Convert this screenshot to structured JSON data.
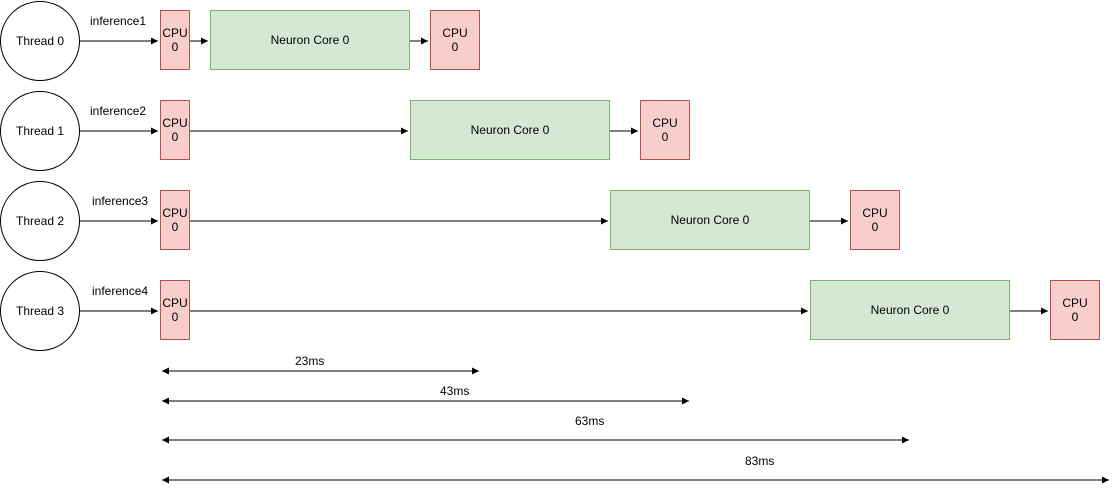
{
  "rows": [
    {
      "thread": "Thread 0",
      "inference": "inference1",
      "cpu_label": "CPU",
      "cpu_id": "0",
      "core": "Neuron Core 0"
    },
    {
      "thread": "Thread 1",
      "inference": "inference2",
      "cpu_label": "CPU",
      "cpu_id": "0",
      "core": "Neuron Core 0"
    },
    {
      "thread": "Thread 2",
      "inference": "inference3",
      "cpu_label": "CPU",
      "cpu_id": "0",
      "core": "Neuron Core 0"
    },
    {
      "thread": "Thread 3",
      "inference": "inference4",
      "cpu_label": "CPU",
      "cpu_id": "0",
      "core": "Neuron Core 0"
    }
  ],
  "durations": [
    "23ms",
    "43ms",
    "63ms",
    "83ms"
  ],
  "colors": {
    "cpu_fill": "#f8cecc",
    "cpu_stroke": "#b85450",
    "core_fill": "#d5e8d4",
    "core_stroke": "#82b366"
  }
}
